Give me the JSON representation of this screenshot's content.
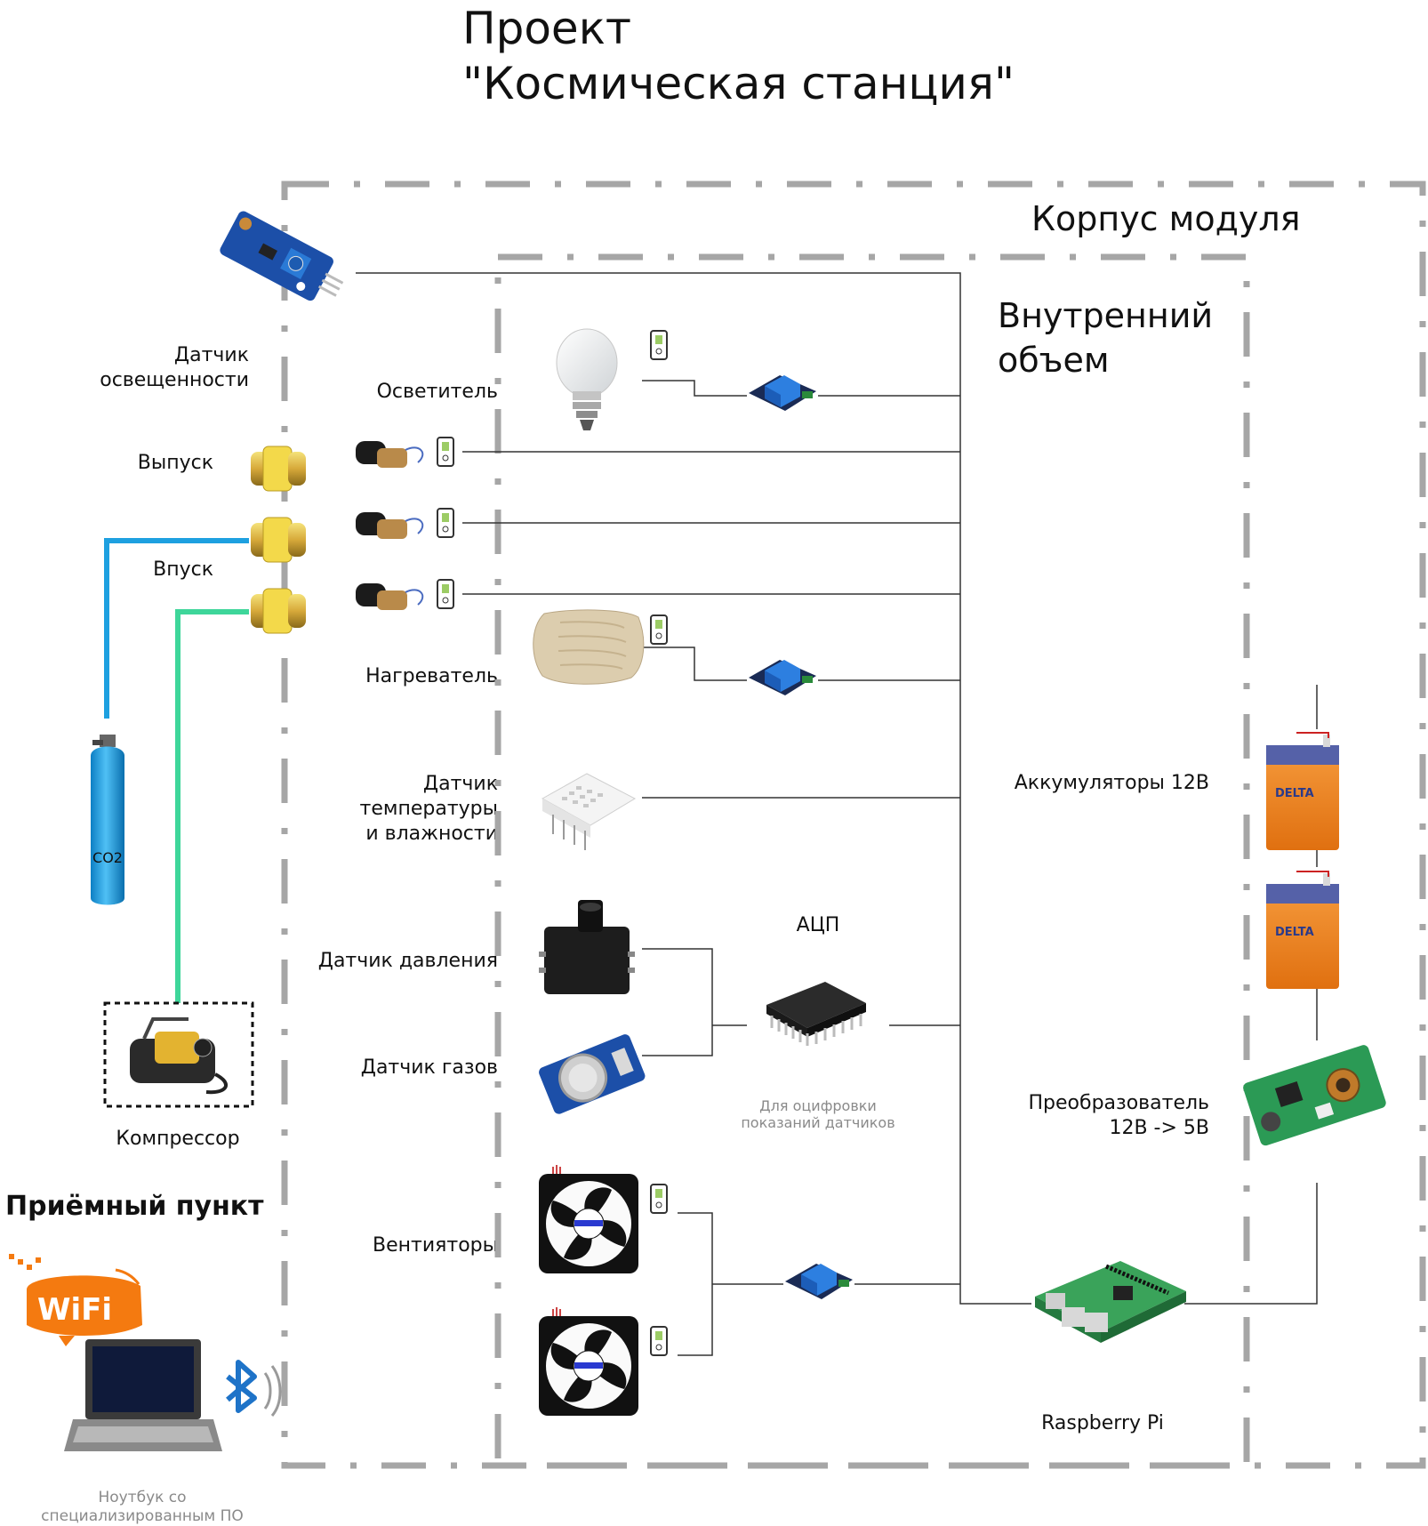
{
  "title": {
    "line1": "Проект",
    "line2": "\"Космическая станция\""
  },
  "regions": {
    "outer": "Корпус модуля",
    "inner_line1": "Внутренний",
    "inner_line2": "объем"
  },
  "labels": {
    "light_sensor_1": "Датчик",
    "light_sensor_2": "освещенности",
    "lamp": "Осветитель",
    "outlet": "Выпуск",
    "inlet": "Впуск",
    "heater": "Нагреватель",
    "temp_1": "Датчик",
    "temp_2": "температуры",
    "temp_3": "и влажности",
    "pressure": "Датчик давления",
    "gas": "Датчик газов",
    "fans": "Вентияторы",
    "adc": "АЦП",
    "adc_note_1": "Для оцифровки",
    "adc_note_2": "показаний датчиков",
    "batteries": "Аккумуляторы 12В",
    "converter_1": "Преобразователь",
    "converter_2": "12В -> 5В",
    "raspberry": "Raspberry Pi",
    "compressor": "Компрессор",
    "co2": "CO2",
    "station": "Приёмный пункт",
    "laptop_1": "Ноутбук со",
    "laptop_2": "специализированным ПО",
    "wifi": "WiFi",
    "battery_brand": "DELTA"
  },
  "colors": {
    "co2_line": "#1ea0e0",
    "compressor_line": "#3ed69a",
    "region_border": "#a6a6a6",
    "wires": "#333333"
  }
}
